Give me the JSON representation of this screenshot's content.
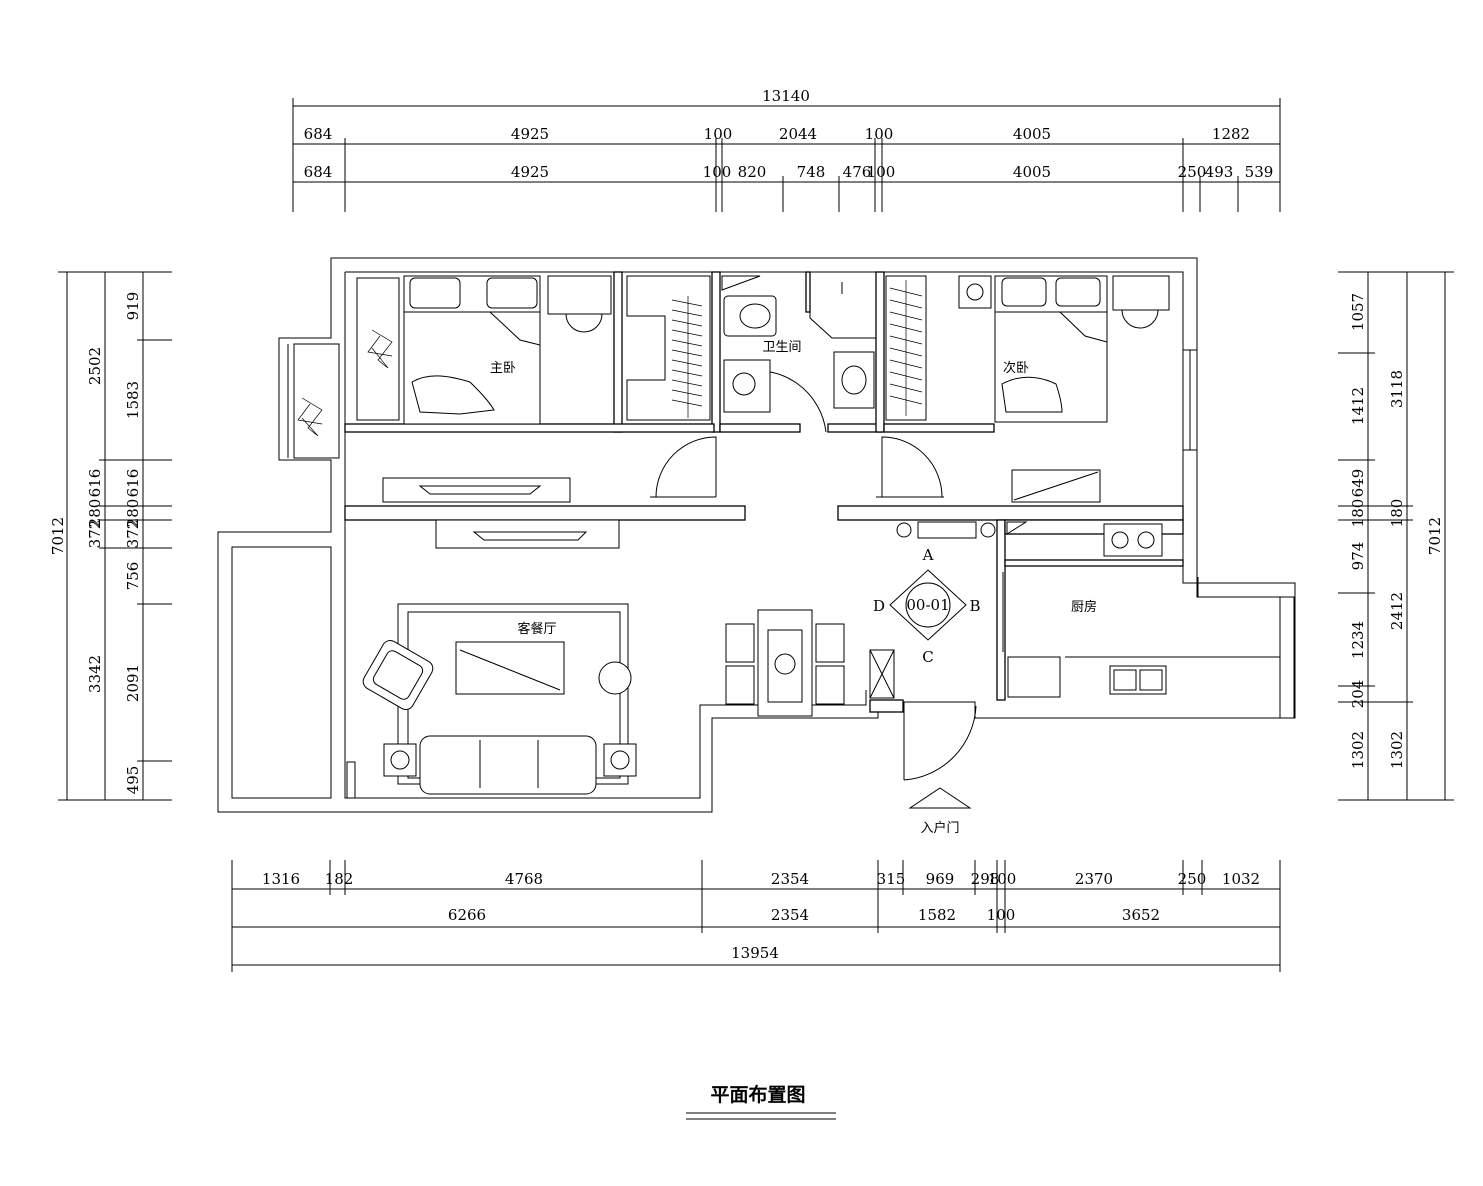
{
  "title": "平面布置图",
  "rooms": {
    "master_bedroom": "主卧",
    "second_bedroom": "次卧",
    "bathroom": "卫生间",
    "living_dining": "客餐厅",
    "kitchen": "厨房",
    "entrance": "入户门"
  },
  "index_marker": {
    "code": "00-01",
    "a": "A",
    "b": "B",
    "c": "C",
    "d": "D"
  },
  "dims": {
    "top_total": "13140",
    "top_row1": [
      "684",
      "4925",
      "100",
      "2044",
      "100",
      "4005",
      "1282"
    ],
    "top_row2": [
      "684",
      "4925",
      "100",
      "820",
      "748",
      "476",
      "100",
      "4005",
      "250",
      "493",
      "539"
    ],
    "bottom_row1": [
      "1316",
      "182",
      "4768",
      "2354",
      "315",
      "969",
      "298",
      "100",
      "2370",
      "250",
      "1032"
    ],
    "bottom_row2": [
      "6266",
      "2354",
      "1582",
      "100",
      "3652"
    ],
    "bottom_total": "13954",
    "left_total": "7012",
    "left_mid": [
      "2502",
      "616",
      "280",
      "372",
      "3342"
    ],
    "left_inner": [
      "919",
      "1583",
      "616",
      "280",
      "372",
      "756",
      "2091",
      "495"
    ],
    "right_inner": [
      "1057",
      "1412",
      "649",
      "180",
      "974",
      "1234",
      "204",
      "1302"
    ],
    "right_mid": [
      "3118",
      "180",
      "2412",
      "1302"
    ],
    "right_total": "7012"
  }
}
